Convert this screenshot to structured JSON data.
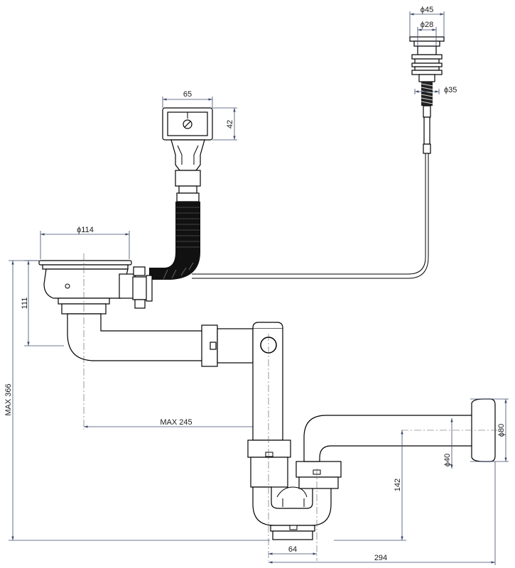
{
  "dimensions": {
    "overflow_outer_dia": "ϕ45",
    "overflow_inner_dia": "ϕ28",
    "overflow_thread_dia": "ϕ35",
    "control_width": "65",
    "control_height": "42",
    "strainer_dia": "ϕ114",
    "strainer_drop": "111",
    "max_height": "MAX 366",
    "max_reach": "MAX 245",
    "wall_outlet_dia": "ϕ80",
    "waste_pipe_dia": "ϕ40",
    "trap_height": "142",
    "trap_width": "64",
    "trap_to_wall": "294"
  }
}
